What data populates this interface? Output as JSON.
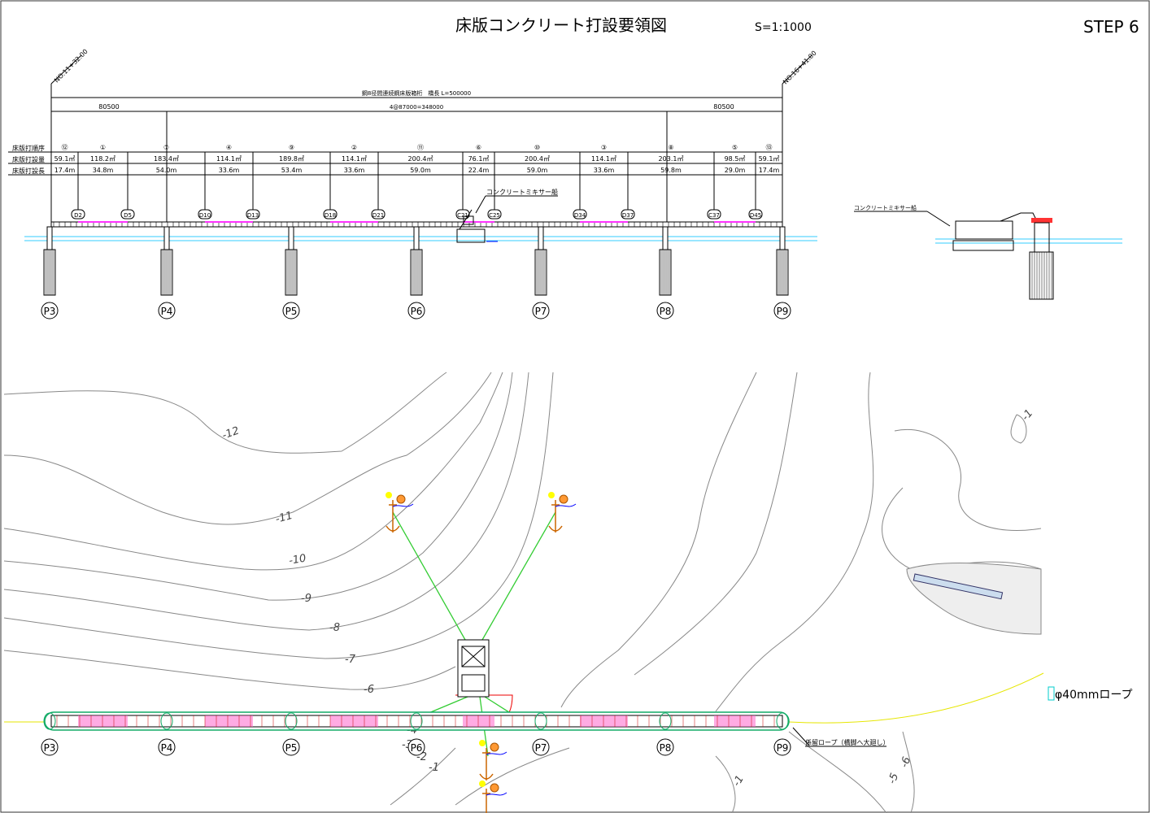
{
  "title": "床版コンクリート打設要領図",
  "scale": "S=1:1000",
  "step": "STEP 6",
  "stations": {
    "start": "NO.11+32.00",
    "end": "NO.16+41.00"
  },
  "dimensions": {
    "overall": "鋼8径間連続鋼床版箱桁　橋長 L=500000",
    "left": "80500",
    "middle": "4@87000=348000",
    "right": "80500"
  },
  "table": {
    "row_headers": [
      "床版打順序",
      "床版打設量",
      "床版打設長"
    ],
    "columns": [
      {
        "order": "⑫",
        "volume": "59.1㎡",
        "length": "17.4m"
      },
      {
        "order": "①",
        "volume": "118.2㎡",
        "length": "34.8m"
      },
      {
        "order": "⑦",
        "volume": "183.4㎡",
        "length": "54.0m"
      },
      {
        "order": "④",
        "volume": "114.1㎡",
        "length": "33.6m"
      },
      {
        "order": "⑨",
        "volume": "189.8㎡",
        "length": "53.4m"
      },
      {
        "order": "②",
        "volume": "114.1㎡",
        "length": "33.6m"
      },
      {
        "order": "⑪",
        "volume": "200.4㎡",
        "length": "59.0m"
      },
      {
        "order": "⑥",
        "volume": "76.1㎡",
        "length": "22.4m"
      },
      {
        "order": "⑩",
        "volume": "200.4㎡",
        "length": "59.0m"
      },
      {
        "order": "③",
        "volume": "114.1㎡",
        "length": "33.6m"
      },
      {
        "order": "⑧",
        "volume": "203.1㎡",
        "length": "59.8m"
      },
      {
        "order": "⑤",
        "volume": "98.5㎡",
        "length": "29.0m"
      },
      {
        "order": "⑬",
        "volume": "59.1㎡",
        "length": "17.4m"
      }
    ]
  },
  "joints": [
    "D2",
    "D5",
    "D10",
    "D13",
    "D18",
    "D21",
    "C21",
    "C25",
    "D34",
    "D37",
    "C37",
    "D45"
  ],
  "piers": [
    "P3",
    "P4",
    "P5",
    "P6",
    "P7",
    "P8",
    "P9"
  ],
  "labels": {
    "mixer_boat": "コンクリートミキサー船",
    "mixer_boat_section": "コンクリートミキサー船",
    "mooring_rope": "係留ロープ（橋脚へ大廻し）",
    "rope_spec": "φ40mmロープ"
  },
  "contours": [
    "-12",
    "-11",
    "-10",
    "-9",
    "-8",
    "-7",
    "-6",
    "-4",
    "-3",
    "-2",
    "-1",
    "-1",
    "-1",
    "-6",
    "-5"
  ],
  "colors": {
    "pour_section": "#ff33ff",
    "mooring_line": "#33cc33",
    "water": "#33ccff",
    "rope": "#e6e600",
    "anchor": "#cc6600"
  }
}
